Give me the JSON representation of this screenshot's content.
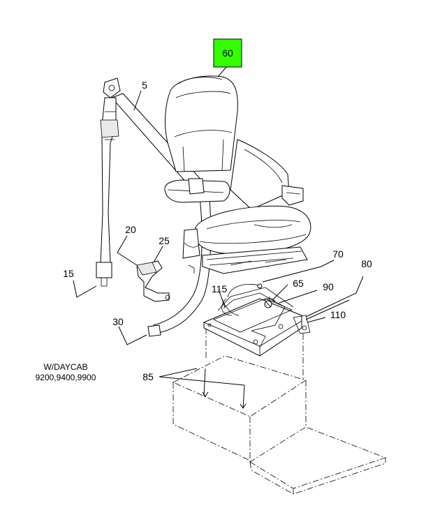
{
  "callouts": {
    "c60": "60",
    "c5": "5",
    "c20": "20",
    "c25": "25",
    "c15": "15",
    "c30": "30",
    "c70": "70",
    "c80": "80",
    "c65": "65",
    "c90": "90",
    "c115": "115",
    "c110": "110",
    "c85": "85"
  },
  "note": {
    "line1": "W/DAYCAB",
    "line2": "9200,9400,9900"
  },
  "colors": {
    "highlight": "#33ff00",
    "line": "#000000"
  }
}
